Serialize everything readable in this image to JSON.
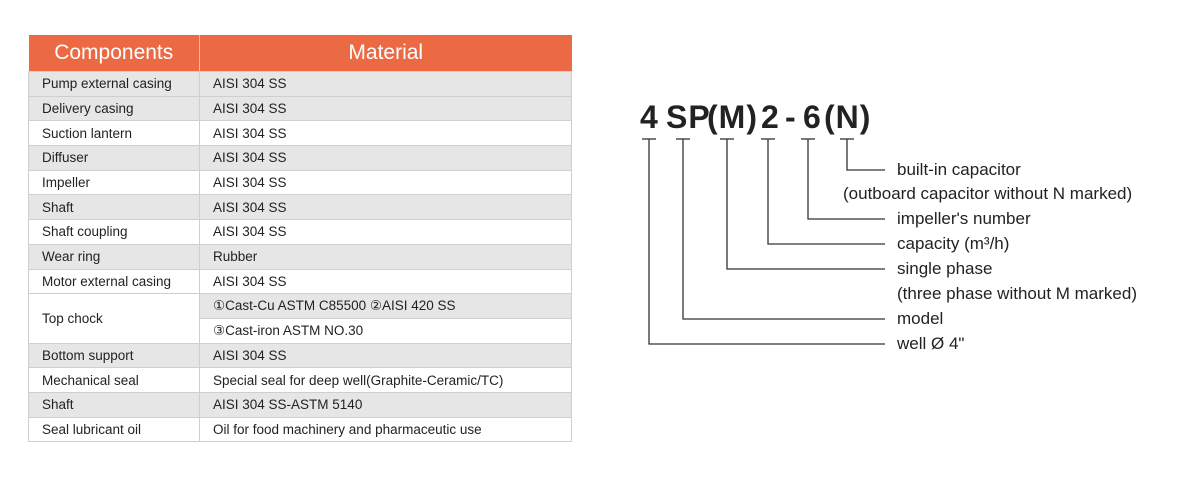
{
  "table": {
    "headers": [
      "Components",
      "Material"
    ],
    "rows": [
      {
        "component": "Pump external casing",
        "material": "AISI 304 SS"
      },
      {
        "component": "Delivery casing",
        "material": "AISI 304 SS"
      },
      {
        "component": "Suction lantern",
        "material": "AISI 304 SS"
      },
      {
        "component": "Diffuser",
        "material": "AISI 304 SS"
      },
      {
        "component": "Impeller",
        "material": "AISI 304 SS"
      },
      {
        "component": "Shaft",
        "material": "AISI 304 SS"
      },
      {
        "component": "Shaft coupling",
        "material": "AISI 304 SS"
      },
      {
        "component": "Wear ring",
        "material": "Rubber"
      },
      {
        "component": "Motor external casing",
        "material": "AISI 304 SS"
      },
      {
        "component": "Top chock",
        "material": "①Cast-Cu ASTM C85500 ②AISI 420 SS",
        "material_2": "③Cast-iron ASTM NO.30"
      },
      {
        "component": "Bottom support",
        "material": "AISI 304 SS"
      },
      {
        "component": "Mechanical seal",
        "material": "Special seal for deep well(Graphite-Ceramic/TC)"
      },
      {
        "component": "Shaft",
        "material": "AISI 304 SS-ASTM 5140"
      },
      {
        "component": "Seal lubricant oil",
        "material": "Oil for food machinery and pharmaceutic use"
      }
    ]
  },
  "model_code": {
    "parts": [
      "4",
      "SP",
      "(M)",
      "2",
      "-",
      "6",
      "(N)"
    ],
    "descriptions": {
      "n": "built-in capacitor",
      "n_note": "(outboard capacitor without N marked)",
      "impeller": "impeller's number",
      "capacity": "capacity (m³/h)",
      "phase": "single phase",
      "phase_note": "(three phase without M marked)",
      "model": "model",
      "well": "well Ø 4\""
    }
  }
}
